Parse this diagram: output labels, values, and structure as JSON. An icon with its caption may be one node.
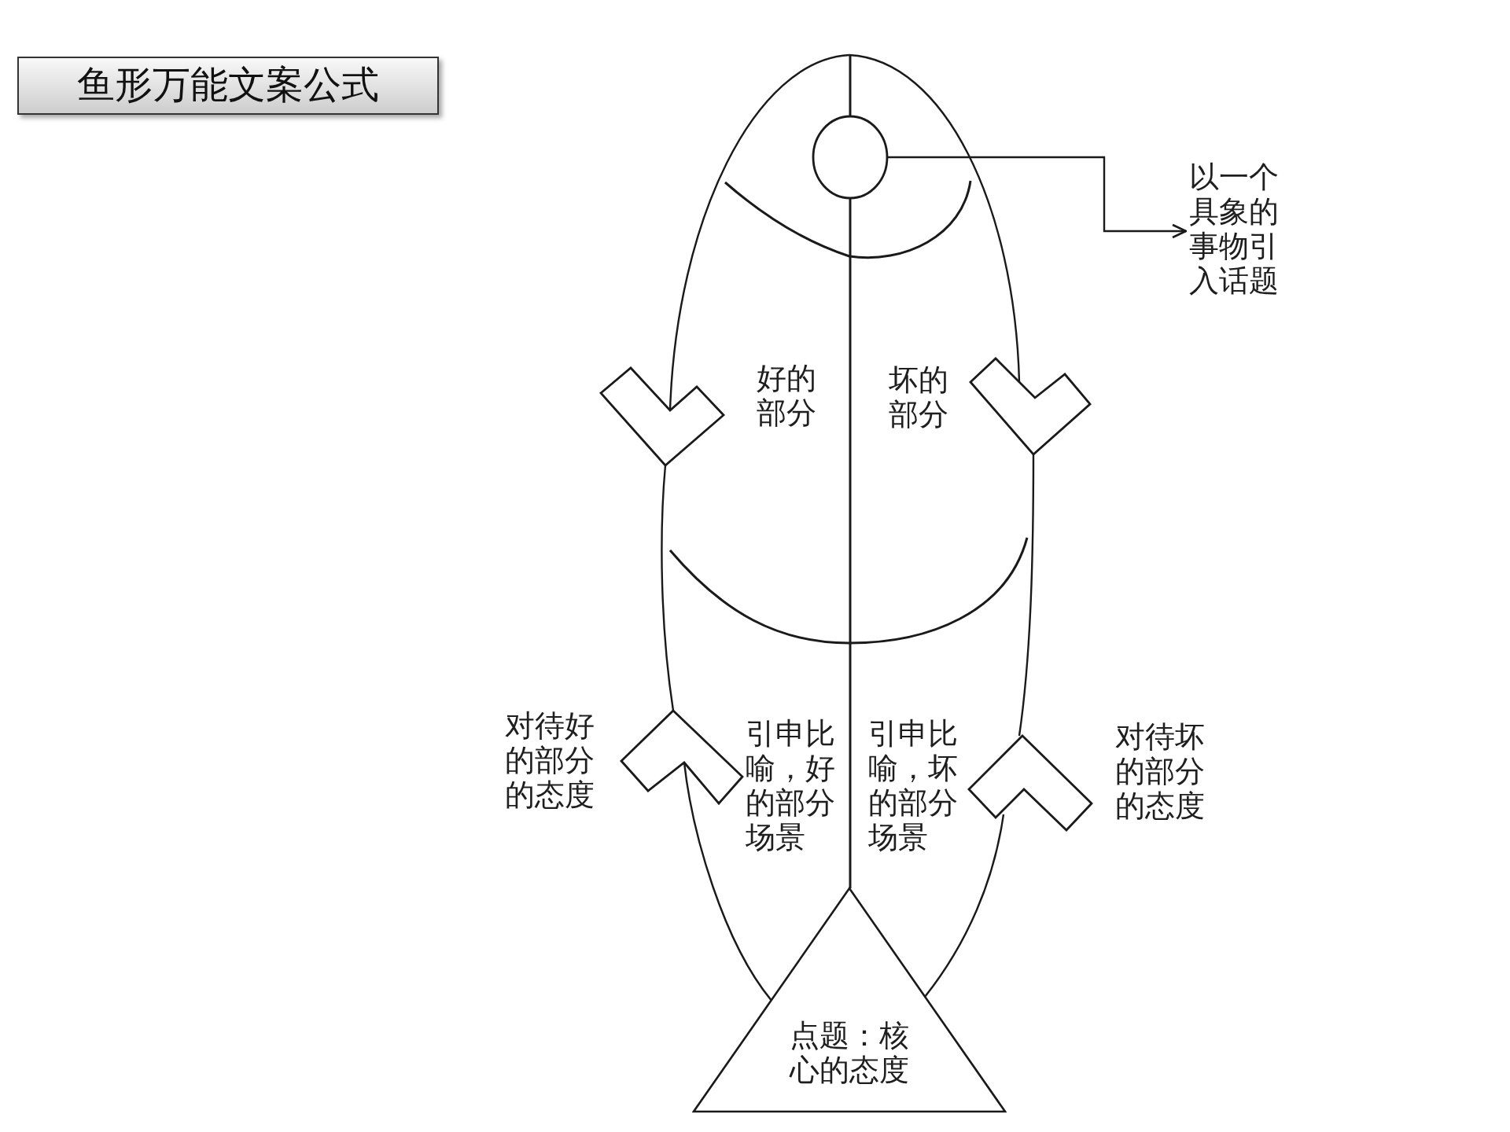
{
  "diagram": {
    "title": "鱼形万能文案公式",
    "nodes": [
      {
        "text": [],
        "shape": "circle"
      },
      {
        "text": [
          "以一个具象的事物引入话题"
        ]
      },
      {
        "text": [
          "点题：核心的态度"
        ]
      }
    ],
    "edges": [
      {
        "from": 0,
        "to": 1,
        "arrow": "to"
      }
    ],
    "labels": [
      "好的部分",
      "坏的部分",
      "对待好的部分的态度",
      "引申比喻，好的部分场景",
      "引申比喻，坏的部分场景",
      "对待坏的部分的态度"
    ]
  }
}
